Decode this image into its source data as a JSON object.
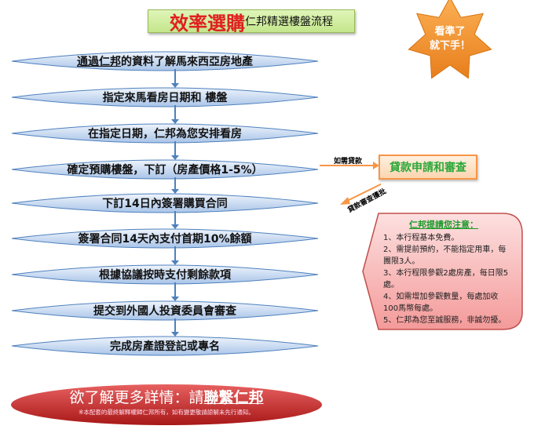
{
  "title": {
    "highlight": "效率選購",
    "subtitle": "仁邦精選樓盤流程"
  },
  "badge": {
    "line1": "看準了",
    "line2": "就下手！"
  },
  "steps": [
    {
      "prefix": "通過仁邦",
      "label": "的資料了解馬來西亞房地產"
    },
    {
      "label": "指定來馬看房日期和 樓盤"
    },
    {
      "label": "在指定日期，仁邦為您安排看房"
    },
    {
      "label": "確定預購樓盤，下訂（房產價格1-5%）"
    },
    {
      "label": "下訂14日內簽署購買合同"
    },
    {
      "label": "簽署合同14天內支付首期10%餘額"
    },
    {
      "label": "根據協議按時支付剩餘款項"
    },
    {
      "label": "提交到外國人投資委員會審查"
    },
    {
      "label": "完成房產證登記或專名"
    }
  ],
  "loan": {
    "arrow_label": "如需貸款",
    "box": "貸款申請和審查",
    "return_label": "貸款審查獲批"
  },
  "notice": {
    "heading": "仁邦提請您注意：",
    "items": [
      "1、本行程基本免費。",
      "2、需提前預約，不能指定用車，每團限3人。",
      "3、本行程限參觀2處房產，每日限5處。",
      "4、如需增加參觀數量，每處加收100馬幣每處。",
      "5、仁邦為您至誠服務，非誠勿擾。"
    ]
  },
  "footer": {
    "text": "欲了解更多詳情：請",
    "link": "聯繫仁邦",
    "disclaimer": "※本配套的最終解釋權歸仁邦所有，如有變更敬請諒解未先行通知。"
  },
  "colors": {
    "step": "#c6d9f1",
    "arrow": "#4f81bd",
    "loan": "#f79646",
    "notice": "#f4a6a6",
    "footer": "#c0282a"
  }
}
